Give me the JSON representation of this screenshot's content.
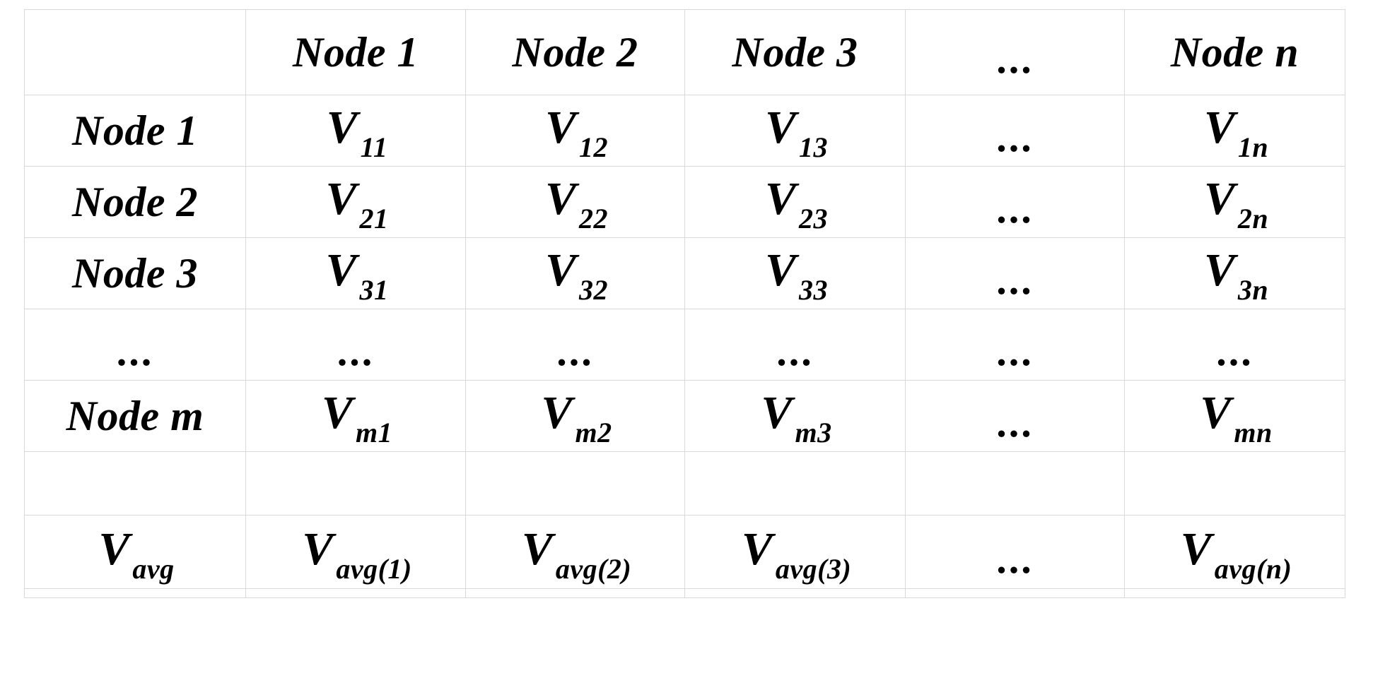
{
  "figure": {
    "kind": "matrix-table",
    "ellipsis": "...",
    "colors": {
      "text": "#000000",
      "grid_line": "#d9d9d9",
      "cell_border": "#000000",
      "background": "#ffffff"
    }
  },
  "table": {
    "corner_label": "",
    "column_headers": [
      "Node 1",
      "Node 2",
      "Node 3",
      "...",
      "Node n"
    ],
    "row_headers": [
      "Node 1",
      "Node 2",
      "Node 3",
      "...",
      "Node m"
    ],
    "cells": [
      [
        {
          "base": "V",
          "sub": "11"
        },
        {
          "base": "V",
          "sub": "12"
        },
        {
          "base": "V",
          "sub": "13"
        },
        {
          "base": "...",
          "sub": ""
        },
        {
          "base": "V",
          "sub": "1n"
        }
      ],
      [
        {
          "base": "V",
          "sub": "21"
        },
        {
          "base": "V",
          "sub": "22"
        },
        {
          "base": "V",
          "sub": "23"
        },
        {
          "base": "...",
          "sub": ""
        },
        {
          "base": "V",
          "sub": "2n"
        }
      ],
      [
        {
          "base": "V",
          "sub": "31"
        },
        {
          "base": "V",
          "sub": "32"
        },
        {
          "base": "V",
          "sub": "33"
        },
        {
          "base": "...",
          "sub": ""
        },
        {
          "base": "V",
          "sub": "3n"
        }
      ],
      [
        {
          "base": "...",
          "sub": ""
        },
        {
          "base": "...",
          "sub": ""
        },
        {
          "base": "...",
          "sub": ""
        },
        {
          "base": "...",
          "sub": ""
        },
        {
          "base": "...",
          "sub": ""
        }
      ],
      [
        {
          "base": "V",
          "sub": "m1"
        },
        {
          "base": "V",
          "sub": "m2"
        },
        {
          "base": "V",
          "sub": "m3"
        },
        {
          "base": "...",
          "sub": ""
        },
        {
          "base": "V",
          "sub": "mn"
        }
      ]
    ],
    "spacer_row": [
      "",
      "",
      "",
      "",
      "",
      ""
    ],
    "summary_row": {
      "label": {
        "base": "V",
        "sub": "avg"
      },
      "cells": [
        {
          "base": "V",
          "sub": "avg(1)"
        },
        {
          "base": "V",
          "sub": "avg(2)"
        },
        {
          "base": "V",
          "sub": "avg(3)"
        },
        {
          "base": "...",
          "sub": ""
        },
        {
          "base": "V",
          "sub": "avg(n)"
        }
      ]
    }
  }
}
